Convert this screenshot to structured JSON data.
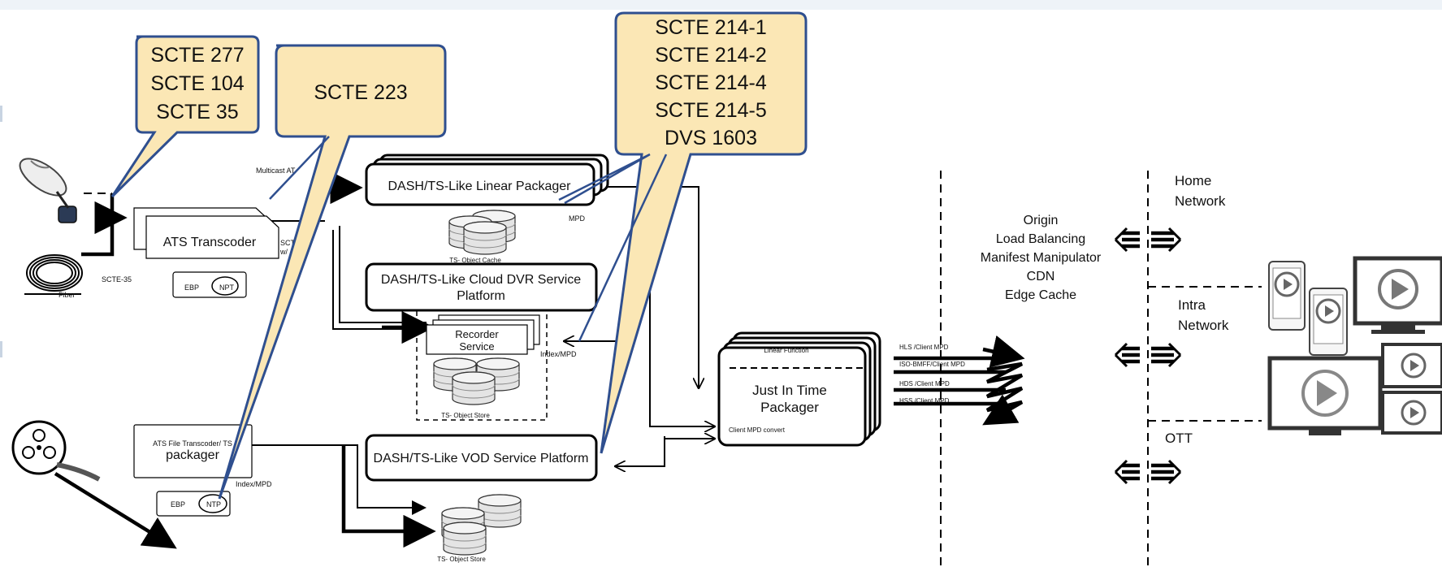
{
  "callouts": {
    "standards_a": [
      "SCTE 277",
      "SCTE 104",
      "SCTE 35"
    ],
    "standards_b": [
      "SCTE 223"
    ],
    "standards_c": [
      "SCTE 214-1",
      "SCTE 214-2",
      "SCTE 214-4",
      "SCTE 214-5",
      "DVS 1603"
    ]
  },
  "sources": {
    "fiber_label": "Fiber",
    "scte35_label": "SCTE-35",
    "multicast_label": "Multicast AT"
  },
  "transcoders": {
    "ats_transcoder": "ATS Transcoder",
    "ats_output_label_1": "SCT",
    "ats_output_label_2": "w/",
    "ebp": "EBP",
    "npt": "NPT",
    "ats_file_line1": "ATS File Transcoder/ TS",
    "ats_file_line2": "packager",
    "file_ebp": "EBP",
    "file_ntp": "NTP",
    "file_index": "Index/MPD"
  },
  "platforms": {
    "linear_packager": "DASH/TS-Like Linear  Packager",
    "mpd": "MPD",
    "ts_object_cache": "TS- Object Cache",
    "cloud_dvr_line1": "DASH/TS-Like Cloud DVR Service",
    "cloud_dvr_line2": "Platform",
    "recorder_line1": "Recorder",
    "recorder_line2": "Service",
    "recorder_index": "Index/MPD",
    "ts_object_store_dvr": "TS- Object Store",
    "vod_platform": "DASH/TS-Like VOD Service Platform",
    "ts_object_store_vod": "TS- Object Store"
  },
  "jit": {
    "linear_function": "Linear Function",
    "title_line1": "Just In Time",
    "title_line2": "Packager",
    "client_mpd_convert": "Client MPD convert",
    "outputs": [
      "HLS /Client MPD",
      "ISO-BMFF/Client MPD",
      "HDS /Client MPD",
      "HSS /Client MPD"
    ]
  },
  "delivery": {
    "origin_lines": [
      "Origin",
      "Load Balancing",
      "Manifest Manipulator",
      "CDN",
      "Edge Cache"
    ]
  },
  "networks": {
    "home_line1": "Home",
    "home_line2": "Network",
    "intra_line1": "Intra",
    "intra_line2": "Network",
    "ott": "OTT"
  },
  "icon_names": [
    "satellite-dish-icon",
    "fiber-coil-icon",
    "film-reel-icon",
    "database-icon",
    "play-icon",
    "smartphone-icon",
    "tablet-icon",
    "monitor-icon"
  ]
}
